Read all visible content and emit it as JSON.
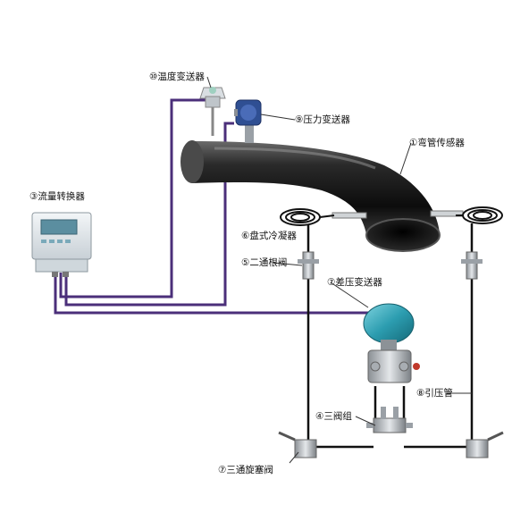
{
  "labels": {
    "temp_transmitter": "⑩温度变送器",
    "pressure_transmitter": "⑨压力变送器",
    "elbow_sensor": "①弯管传感器",
    "flow_converter": "③流量转换器",
    "coil_condenser": "⑥盘式冷凝器",
    "two_way_root_valve": "⑤二通根阀",
    "diff_pressure_transmitter": "⑦差压变送器",
    "three_valve_group": "④三阀组",
    "impulse_tube": "⑧引压管",
    "three_way_plug_valve": "⑦三通旋塞阀"
  },
  "colors": {
    "signal_cable": "#4b2f7a",
    "pipe": "#1b1b1b",
    "tube": "#111111",
    "transmitter_body": "#2f9fb0",
    "converter_body": "#dfe6ea"
  }
}
